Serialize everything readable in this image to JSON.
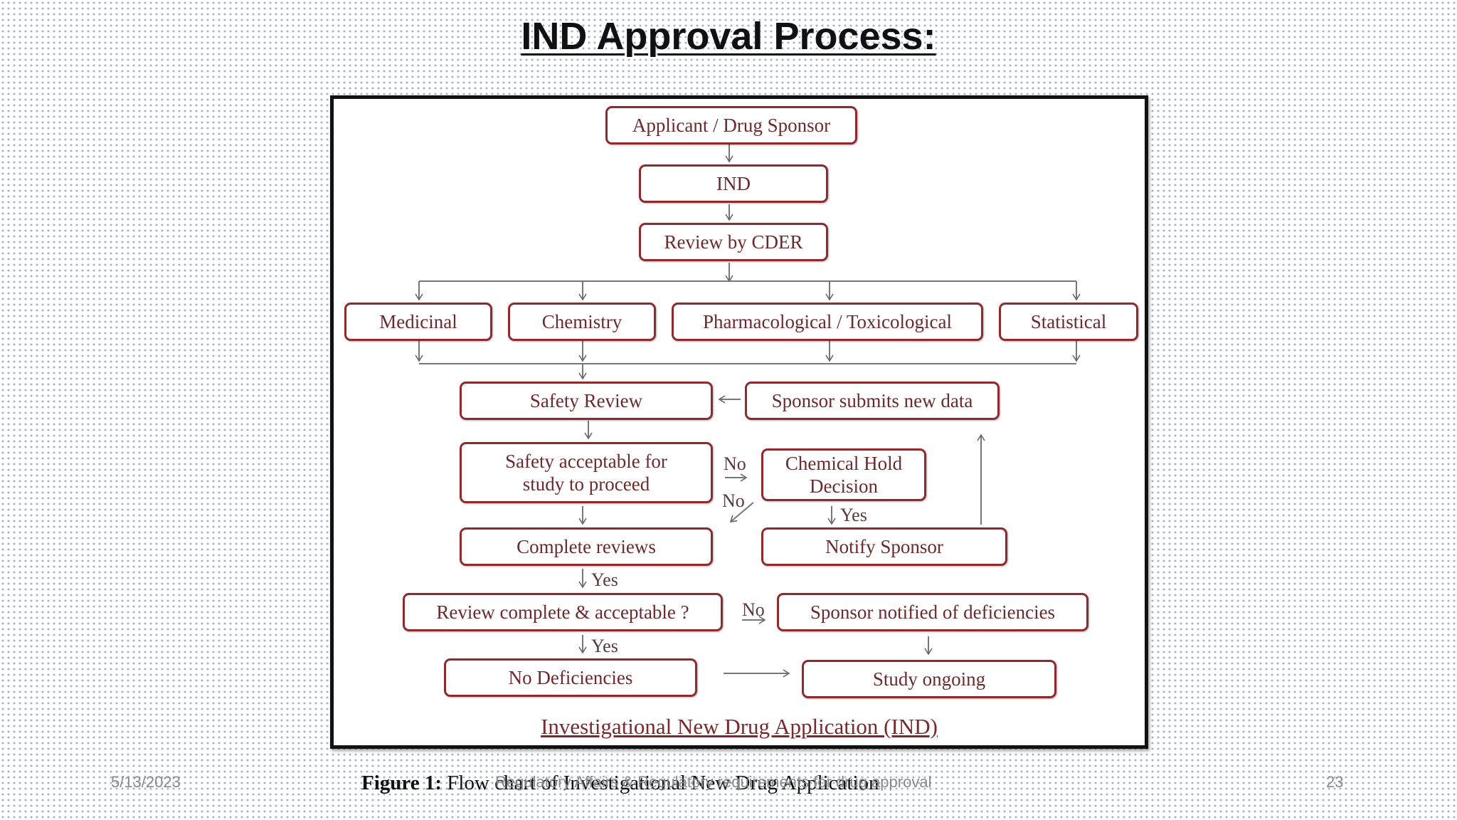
{
  "slide": {
    "title": "IND Approval Process:"
  },
  "figure": {
    "nodes": {
      "applicant": "Applicant / Drug Sponsor",
      "ind": "IND",
      "review_cder": "Review by CDER",
      "medicinal": "Medicinal",
      "chemistry": "Chemistry",
      "pharmacological": "Pharmacological / Toxicological",
      "statistical": "Statistical",
      "safety_review": "Safety Review",
      "sponsor_submits": "Sponsor submits new data",
      "safety_acceptable": "Safety acceptable for study to proceed",
      "chemical_hold": "Chemical Hold Decision",
      "complete_reviews": "Complete reviews",
      "notify_sponsor": "Notify Sponsor",
      "review_complete": "Review complete & acceptable ?",
      "sponsor_notified": "Sponsor notified of deficiencies",
      "no_deficiencies": "No Deficiencies",
      "study_ongoing": "Study ongoing"
    },
    "labels": {
      "no": "No",
      "yes": "Yes"
    },
    "subtitle": "Investigational  New Drug Application (IND)"
  },
  "caption": {
    "prefix": "Figure 1:",
    "text": "Flow chart of Investigational New Drug Application"
  },
  "footer": {
    "date": "5/13/2023",
    "center": "Regulatory Affairs & Regulatory requirements for drug approval",
    "page": "23"
  }
}
